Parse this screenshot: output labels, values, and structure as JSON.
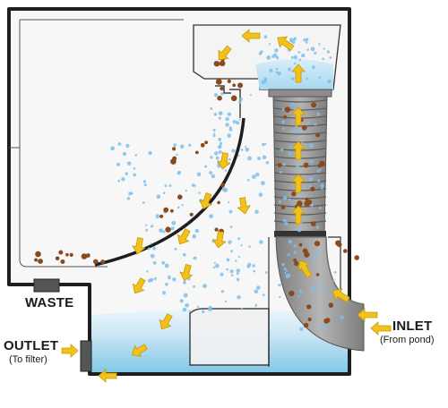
{
  "labels": {
    "waste": "WASTE",
    "inlet": "INLET",
    "inlet_sub": "(From pond)",
    "outlet": "OUTLET",
    "outlet_sub": "(To filter)"
  },
  "colors": {
    "outline": "#1e1e1e",
    "water_top": "#cfe8f5",
    "water_bottom": "#7ec7e6",
    "pipe": "#9a9a9a",
    "pipe_dark": "#6e6e6e",
    "arrow": "#f2c21b",
    "arrow_edge": "#c79a06",
    "bubble": "#7fc0ea",
    "debris": "#8a4a1c",
    "tank_fill": "#f7f7f7"
  }
}
